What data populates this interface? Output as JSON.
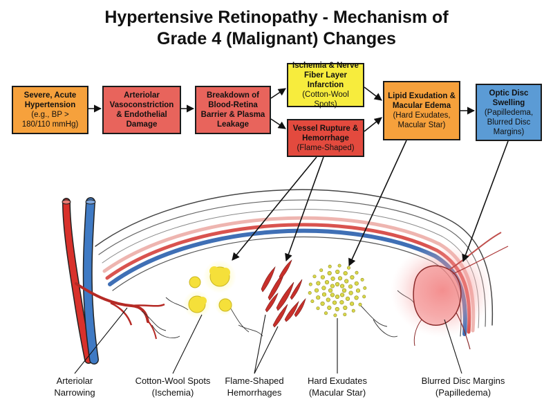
{
  "title": {
    "line1": "Hypertensive Retinopathy - Mechanism of",
    "line2": "Grade 4 (Malignant) Changes"
  },
  "boxes": {
    "hypertension": {
      "title": "Severe, Acute Hypertension",
      "sub1": "(e.g., BP >",
      "sub2": "180/110 mmHg)",
      "color": "#f6a13c"
    },
    "vasoconstriction": {
      "title": "Arteriolar Vasoconstriction & Endothelial Damage",
      "color": "#e8645c"
    },
    "breakdown": {
      "title": "Breakdown of Blood-Retina Barrier & Plasma Leakage",
      "color": "#e8645c"
    },
    "ischemia": {
      "title": "Ischemia & Nerve Fiber Layer Infarction",
      "sub1": "(Cotton-Wool Spots)",
      "color": "#f7ec3d"
    },
    "rupture": {
      "title": "Vessel Rupture & Hemorrhage",
      "sub1": "(Flame-Shaped)",
      "color": "#e34a3e"
    },
    "exudation": {
      "title": "Lipid Exudation & Macular Edema",
      "sub1": "(Hard Exudates,",
      "sub2": "Macular Star)",
      "color": "#f6a13c"
    },
    "disc": {
      "title": "Optic Disc Swelling",
      "sub1": "(Papilledema,",
      "sub2": "Blurred Disc",
      "sub3": "Margins)",
      "color": "#5b9bd5"
    }
  },
  "labels": {
    "narrowing": {
      "line1": "Arteriolar",
      "line2": "Narrowing"
    },
    "cotton": {
      "line1": "Cotton-Wool Spots",
      "line2": "(Ischemia)"
    },
    "flame": {
      "line1": "Flame-Shaped",
      "line2": "Hemorrhages"
    },
    "hard": {
      "line1": "Hard Exudates",
      "line2": "(Macular Star)"
    },
    "blurred": {
      "line1": "Blurred Disc Margins",
      "line2": "(Papilledema)"
    }
  },
  "colors": {
    "artery": "#d8312b",
    "vein": "#3f7ac4",
    "cotton_wool": "#f5e03a",
    "hemorrhage": "#c8302b",
    "exudate": "#d9d84a",
    "papilledema_glow": "#f07070"
  }
}
